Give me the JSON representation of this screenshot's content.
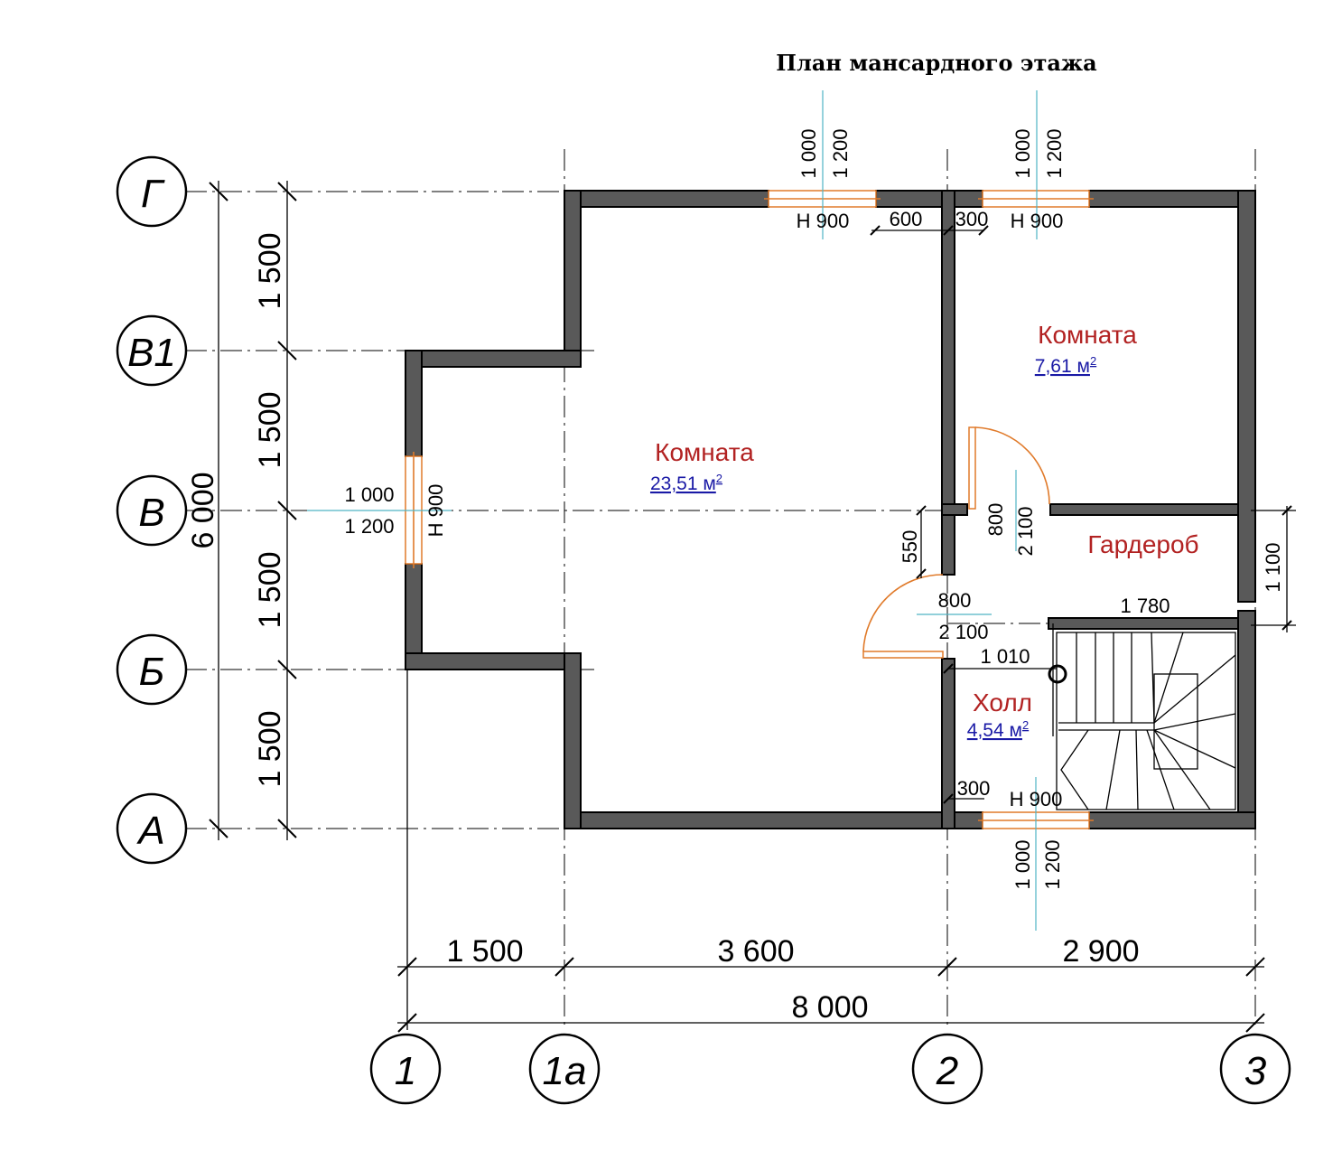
{
  "title": "План мансардного этажа",
  "colors": {
    "room_label": "#b22222",
    "area_label": "#1a1aa6",
    "wall": "#595959",
    "window": "#e07a2a",
    "axis_marker_cyan": "#4fb3c4"
  },
  "axes_rows": [
    "Г",
    "В1",
    "В",
    "Б",
    "А"
  ],
  "axes_cols": [
    "1",
    "1а",
    "2",
    "3"
  ],
  "dims_vertical": [
    "1 500",
    "1 500",
    "1 500",
    "1 500"
  ],
  "dim_total_vertical": "6 000",
  "dims_horizontal": [
    "1 500",
    "3 600",
    "2 900"
  ],
  "dim_total_horizontal": "8 000",
  "rooms": [
    {
      "name": "Комната",
      "area": "23,51 м",
      "sup": "2"
    },
    {
      "name": "Комната",
      "area": "7,61 м",
      "sup": "2"
    },
    {
      "name": "Гардероб"
    },
    {
      "name": "Холл",
      "area": "4,54 м",
      "sup": "2"
    }
  ],
  "windows": {
    "top_left": {
      "w": "1 000",
      "h": "1 200",
      "sill": "Н  900"
    },
    "top_right": {
      "w": "1 000",
      "h": "1 200",
      "sill": "Н  900"
    },
    "left": {
      "w": "1 000",
      "h": "1 200",
      "sill": "Н  900"
    },
    "bottom": {
      "w": "1 000",
      "h": "1 200",
      "sill": "Н  900"
    }
  },
  "small_dims": {
    "top_600": "600",
    "top_300": "300",
    "bottom_300": "300",
    "v_550": "550",
    "door_w_800": "800",
    "door_h_2100": "2 100",
    "door2_w_800": "800",
    "door2_h_2100": "2 100",
    "d_1780": "1 780",
    "d_1010": "1 010",
    "d_1100": "1 100"
  }
}
